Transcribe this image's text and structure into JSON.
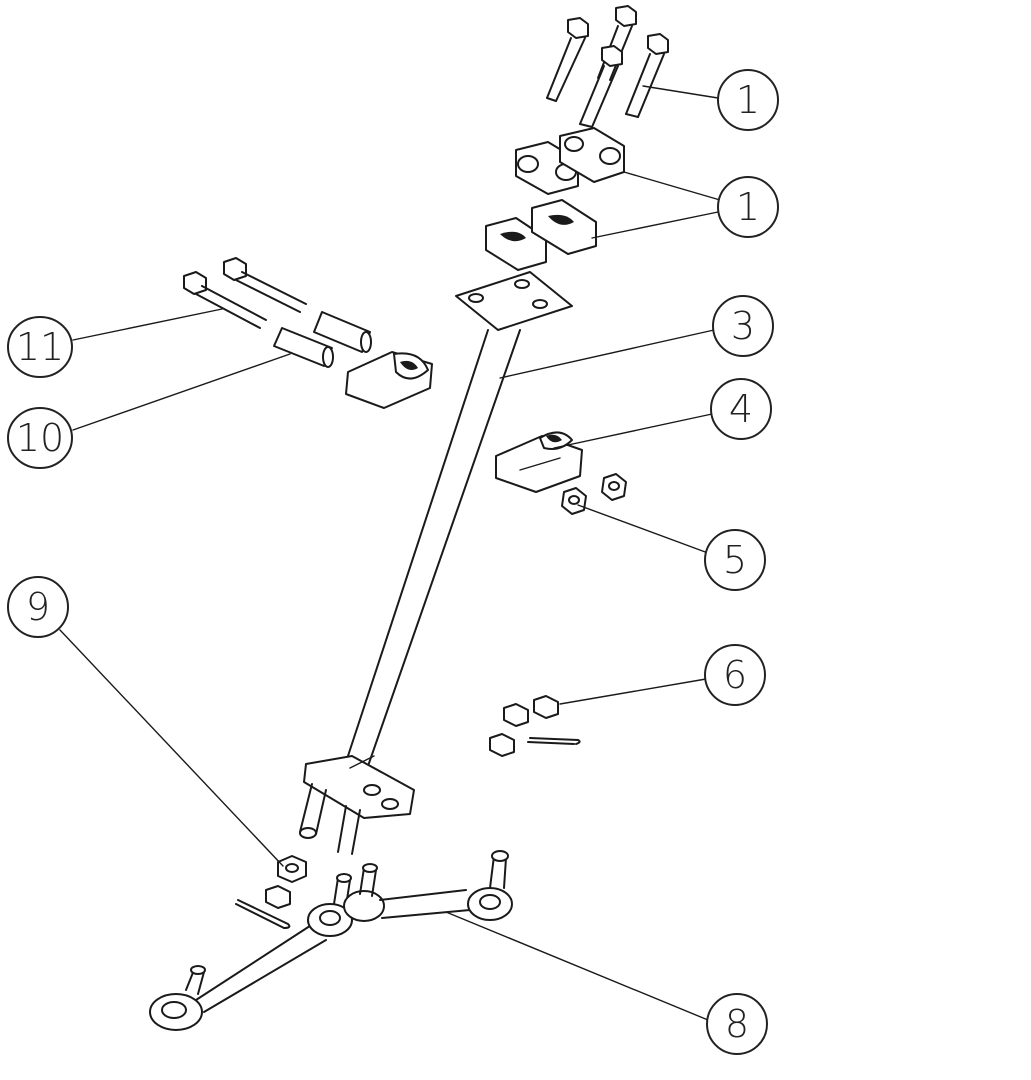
{
  "diagram": {
    "type": "exploded-parts-diagram",
    "callouts": [
      {
        "id": "c1a",
        "label": "1",
        "part": "bolt"
      },
      {
        "id": "c1b",
        "label": "1",
        "part": "clamp-bracket"
      },
      {
        "id": "c3",
        "label": "3",
        "part": "steering-column"
      },
      {
        "id": "c4",
        "label": "4",
        "part": "lower-clamp"
      },
      {
        "id": "c5",
        "label": "5",
        "part": "nut"
      },
      {
        "id": "c6",
        "label": "6",
        "part": "castle-nut-and-pin"
      },
      {
        "id": "c8",
        "label": "8",
        "part": "tie-rod-assembly"
      },
      {
        "id": "c9",
        "label": "9",
        "part": "hex-nut"
      },
      {
        "id": "c10",
        "label": "10",
        "part": "bushing"
      },
      {
        "id": "c11",
        "label": "11",
        "part": "long-bolt"
      }
    ],
    "colors": {
      "line": "#1a1a1a",
      "fill": "#ffffff",
      "background": "#ffffff"
    }
  }
}
